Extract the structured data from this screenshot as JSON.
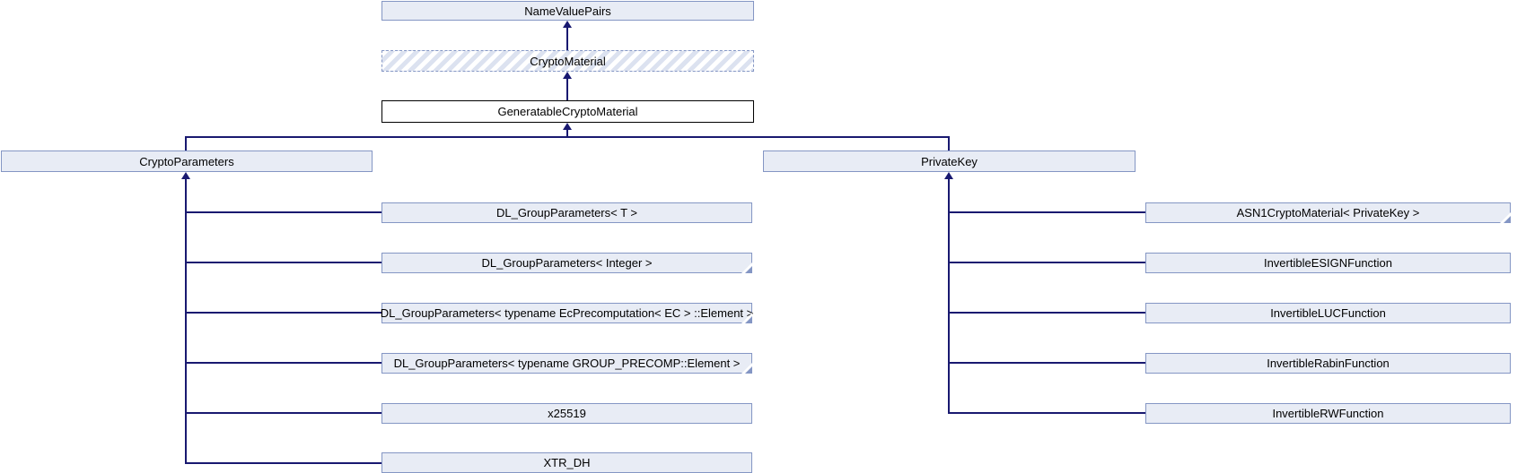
{
  "diagram": {
    "type": "class-inheritance-graph",
    "colors": {
      "node_fill": "#E8ECF5",
      "node_border": "#8496C4",
      "edge": "#191970",
      "current_node_fill": "#FFFFFF",
      "current_node_border": "#000000",
      "hatch_stripe": "#DCE2F0",
      "background": "#FFFFFF"
    },
    "nodes": {
      "name_value_pairs": {
        "label": "NameValuePairs"
      },
      "crypto_material": {
        "label": "CryptoMaterial"
      },
      "generatable_crypto_material": {
        "label": "GeneratableCryptoMaterial"
      },
      "crypto_parameters": {
        "label": "CryptoParameters"
      },
      "private_key": {
        "label": "PrivateKey"
      },
      "crypto_parameters_children": [
        {
          "label": "DL_GroupParameters< T >",
          "truncated": false
        },
        {
          "label": "DL_GroupParameters< Integer >",
          "truncated": true
        },
        {
          "label": "DL_GroupParameters< typename EcPrecomputation< EC > ::Element >",
          "truncated": true
        },
        {
          "label": "DL_GroupParameters< typename GROUP_PRECOMP::Element >",
          "truncated": true
        },
        {
          "label": "x25519",
          "truncated": false
        },
        {
          "label": "XTR_DH",
          "truncated": false
        }
      ],
      "private_key_children": [
        {
          "label": "ASN1CryptoMaterial< PrivateKey >",
          "truncated": true
        },
        {
          "label": "InvertibleESIGNFunction",
          "truncated": false
        },
        {
          "label": "InvertibleLUCFunction",
          "truncated": false
        },
        {
          "label": "InvertibleRabinFunction",
          "truncated": false
        },
        {
          "label": "InvertibleRWFunction",
          "truncated": false
        }
      ]
    }
  }
}
